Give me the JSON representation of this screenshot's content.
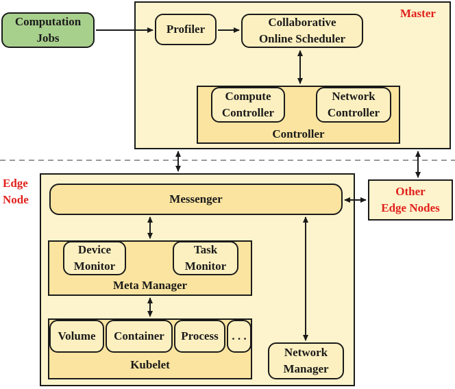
{
  "jobs": {
    "line1": "Computation",
    "line2": "Jobs"
  },
  "master": {
    "label": "Master",
    "profiler": "Profiler",
    "scheduler": {
      "line1": "Collaborative",
      "line2": "Online Scheduler"
    },
    "controller": {
      "label": "Controller",
      "compute": {
        "line1": "Compute",
        "line2": "Controller"
      },
      "network": {
        "line1": "Network",
        "line2": "Controller"
      }
    }
  },
  "edge": {
    "label": {
      "line1": "Edge",
      "line2": "Node"
    },
    "messenger": "Messenger",
    "meta_manager": {
      "label": "Meta Manager",
      "device": {
        "line1": "Device",
        "line2": "Monitor"
      },
      "task": {
        "line1": "Task",
        "line2": "Monitor"
      }
    },
    "kubelet": {
      "label": "Kubelet",
      "items": [
        "Volume",
        "Container",
        "Process",
        ". . ."
      ]
    },
    "network_manager": {
      "line1": "Network",
      "line2": "Manager"
    }
  },
  "other_nodes": {
    "line1": "Other",
    "line2": "Edge Nodes"
  },
  "colors": {
    "label_red": "#e0201c",
    "panel_fill": "#fdf3cc",
    "container_fill": "#fae4a0",
    "jobs_fill": "#a8d08d"
  }
}
